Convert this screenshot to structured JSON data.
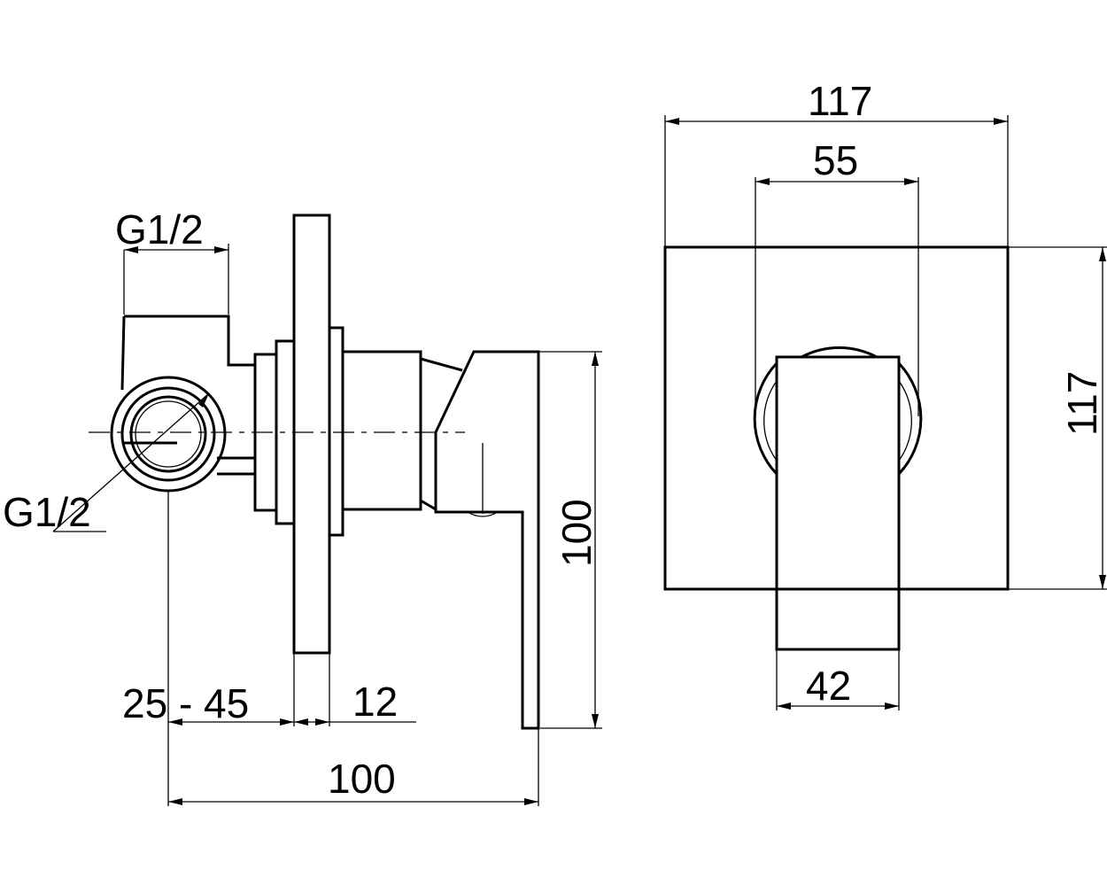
{
  "side_view": {
    "inlet_top_label": "G1/2",
    "inlet_side_label": "G1/2",
    "wall_depth_label": "25 - 45",
    "plate_thickness_label": "12",
    "overall_depth_label": "100",
    "height_label": "100"
  },
  "front_view": {
    "plate_width_label": "117",
    "rosette_width_label": "55",
    "lever_width_label": "42",
    "plate_height_label": "117"
  }
}
